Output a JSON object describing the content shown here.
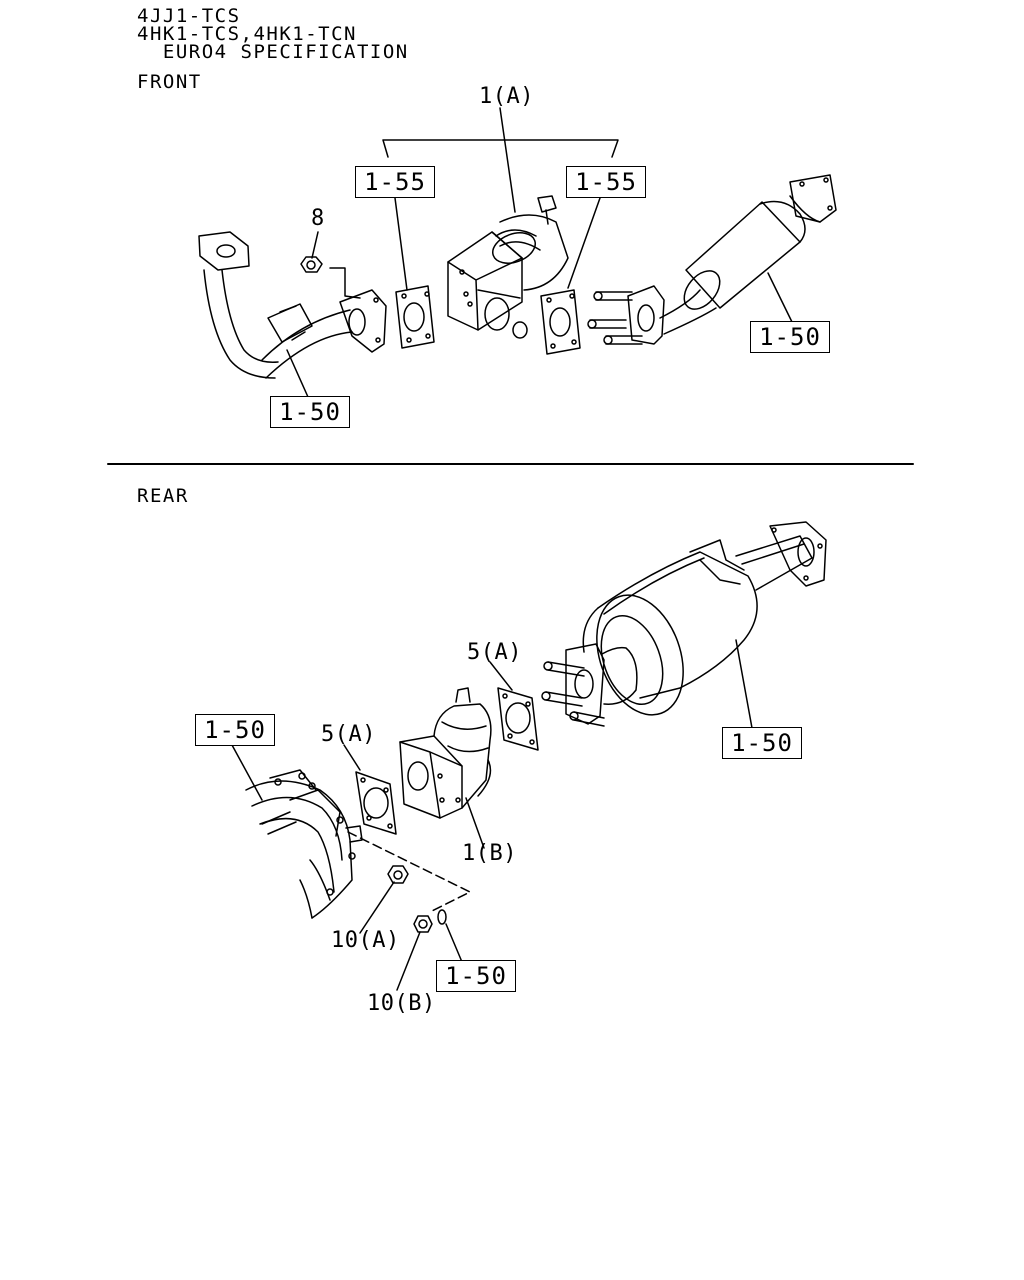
{
  "header": {
    "line1": "4JJ1-TCS",
    "line2": "4HK1-TCS,4HK1-TCN",
    "line3": "  EURO4 SPECIFICATION"
  },
  "front": {
    "section_label": "FRONT",
    "callouts": {
      "c1a": "1(A)",
      "c8": "8",
      "ref_1_55_left": "1-55",
      "ref_1_55_right": "1-55",
      "ref_1_50_left": "1-50",
      "ref_1_50_right": "1-50"
    }
  },
  "rear": {
    "section_label": "REAR",
    "callouts": {
      "c5a_top": "5(A)",
      "c5a_left": "5(A)",
      "c1b": "1(B)",
      "c10a": "10(A)",
      "c10b": "10(B)",
      "ref_1_50_left": "1-50",
      "ref_1_50_right": "1-50",
      "ref_1_50_bottom": "1-50"
    }
  }
}
